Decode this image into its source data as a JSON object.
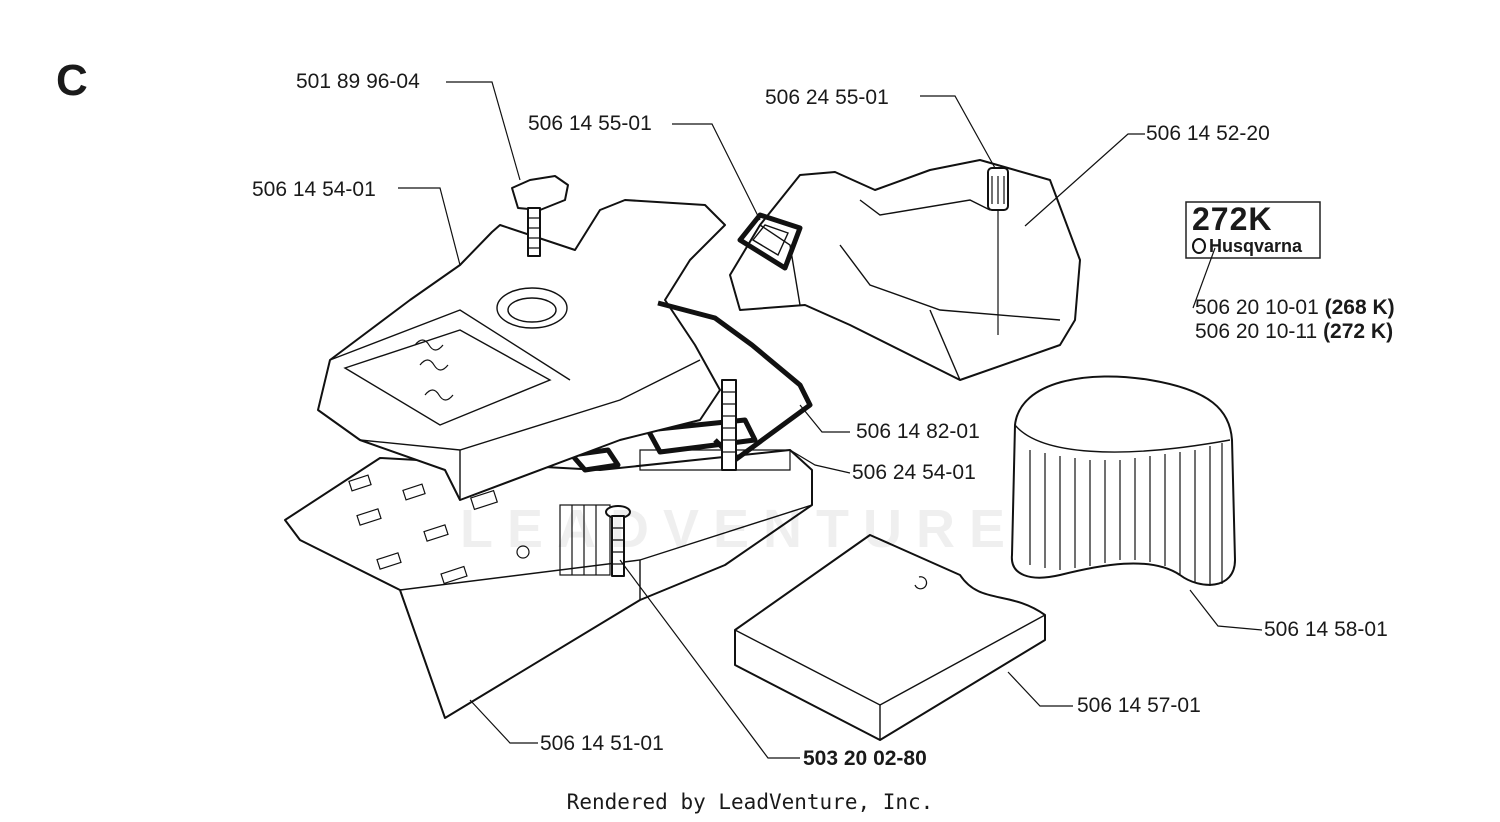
{
  "section_letter": "C",
  "footer": "Rendered by LeadVenture, Inc.",
  "watermark": "LEADVENTURE",
  "decal": {
    "model": "272K",
    "brand": "Husqvarna"
  },
  "parts": [
    {
      "id": "p1",
      "number": "501 89 96-04",
      "note": ""
    },
    {
      "id": "p2",
      "number": "506 14 55-01",
      "note": ""
    },
    {
      "id": "p3",
      "number": "506 24 55-01",
      "note": ""
    },
    {
      "id": "p4",
      "number": "506 14 52-20",
      "note": ""
    },
    {
      "id": "p5",
      "number": "506 14 54-01",
      "note": ""
    },
    {
      "id": "p6",
      "number": "506 20 10-01",
      "note": "(268 K)"
    },
    {
      "id": "p7",
      "number": "506 20 10-11",
      "note": "(272 K)"
    },
    {
      "id": "p8",
      "number": "506 14 82-01",
      "note": ""
    },
    {
      "id": "p9",
      "number": "506 24 54-01",
      "note": ""
    },
    {
      "id": "p10",
      "number": "506 14 58-01",
      "note": ""
    },
    {
      "id": "p11",
      "number": "506 14 57-01",
      "note": ""
    },
    {
      "id": "p12",
      "number": "506 14 51-01",
      "note": ""
    },
    {
      "id": "p13",
      "number": "503 20 02-80",
      "note": ""
    }
  ]
}
